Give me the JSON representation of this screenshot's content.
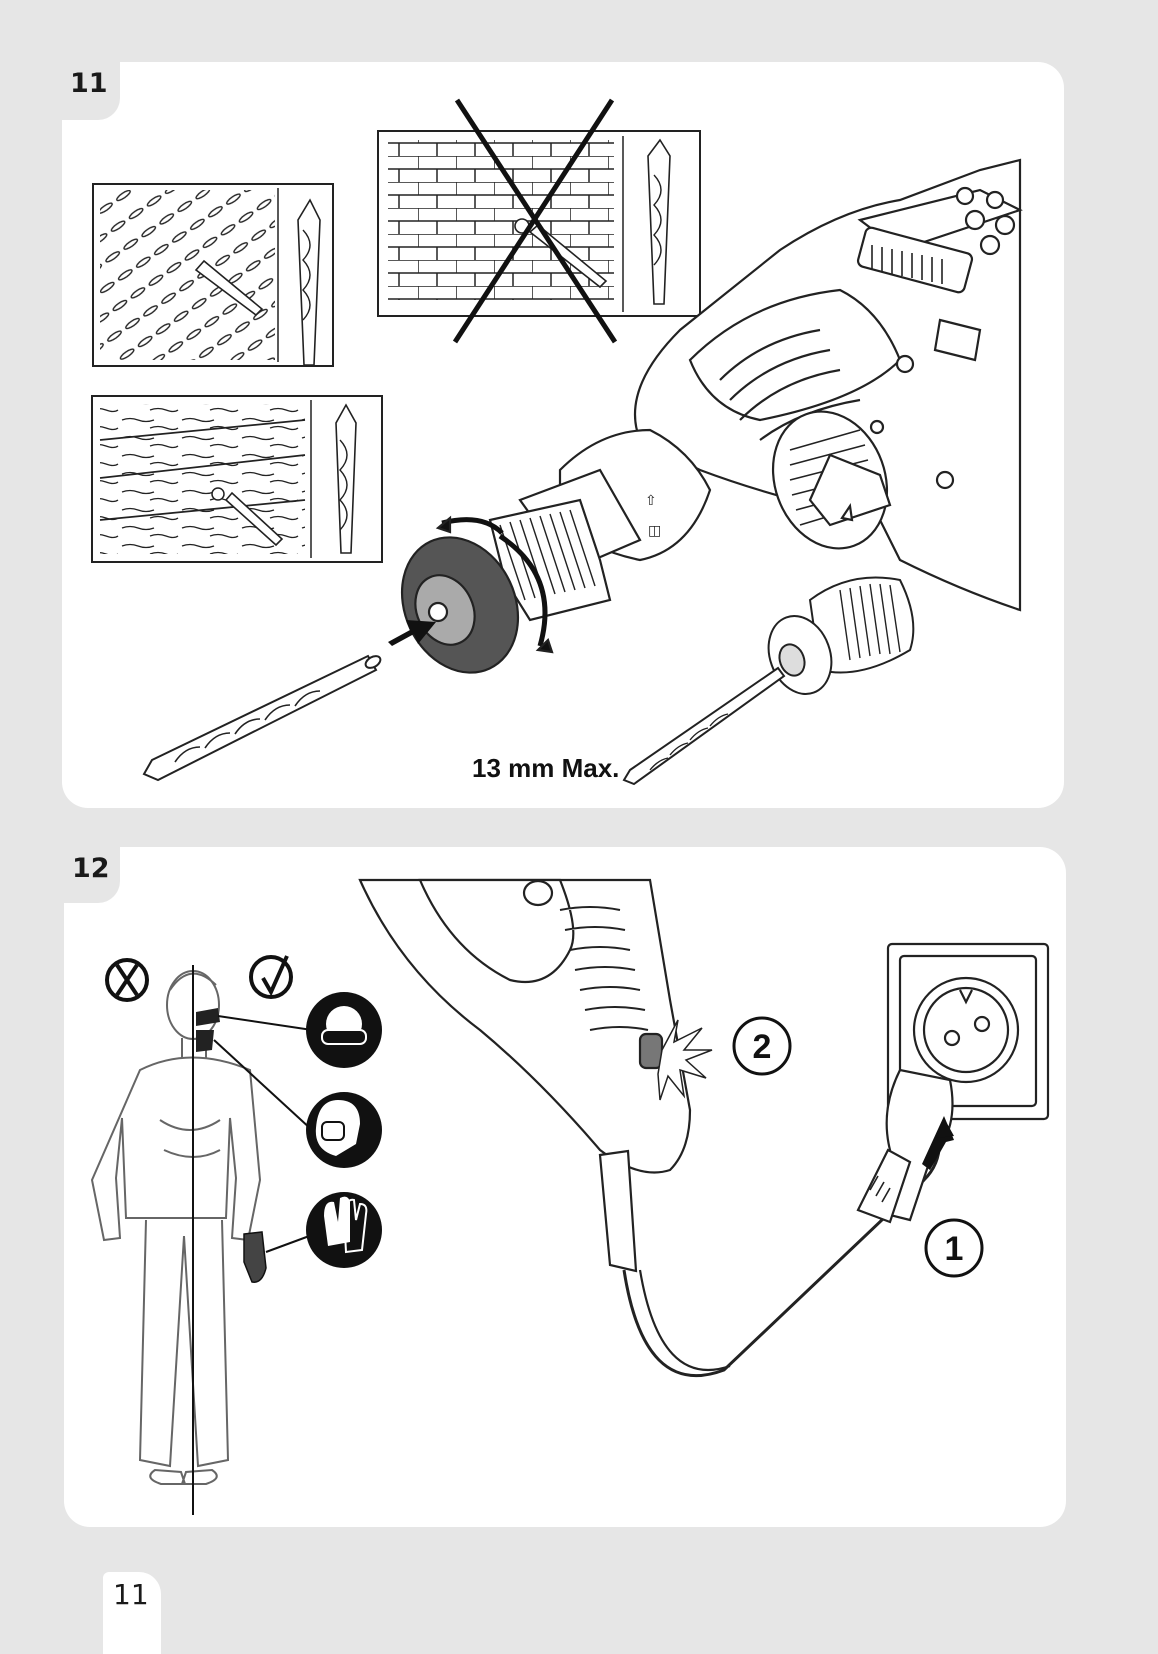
{
  "page_number": "11",
  "figure_11": {
    "label": "11",
    "max_size_label": "13 mm Max."
  },
  "figure_12": {
    "label": "12",
    "step_1": "1",
    "step_2": "2"
  }
}
